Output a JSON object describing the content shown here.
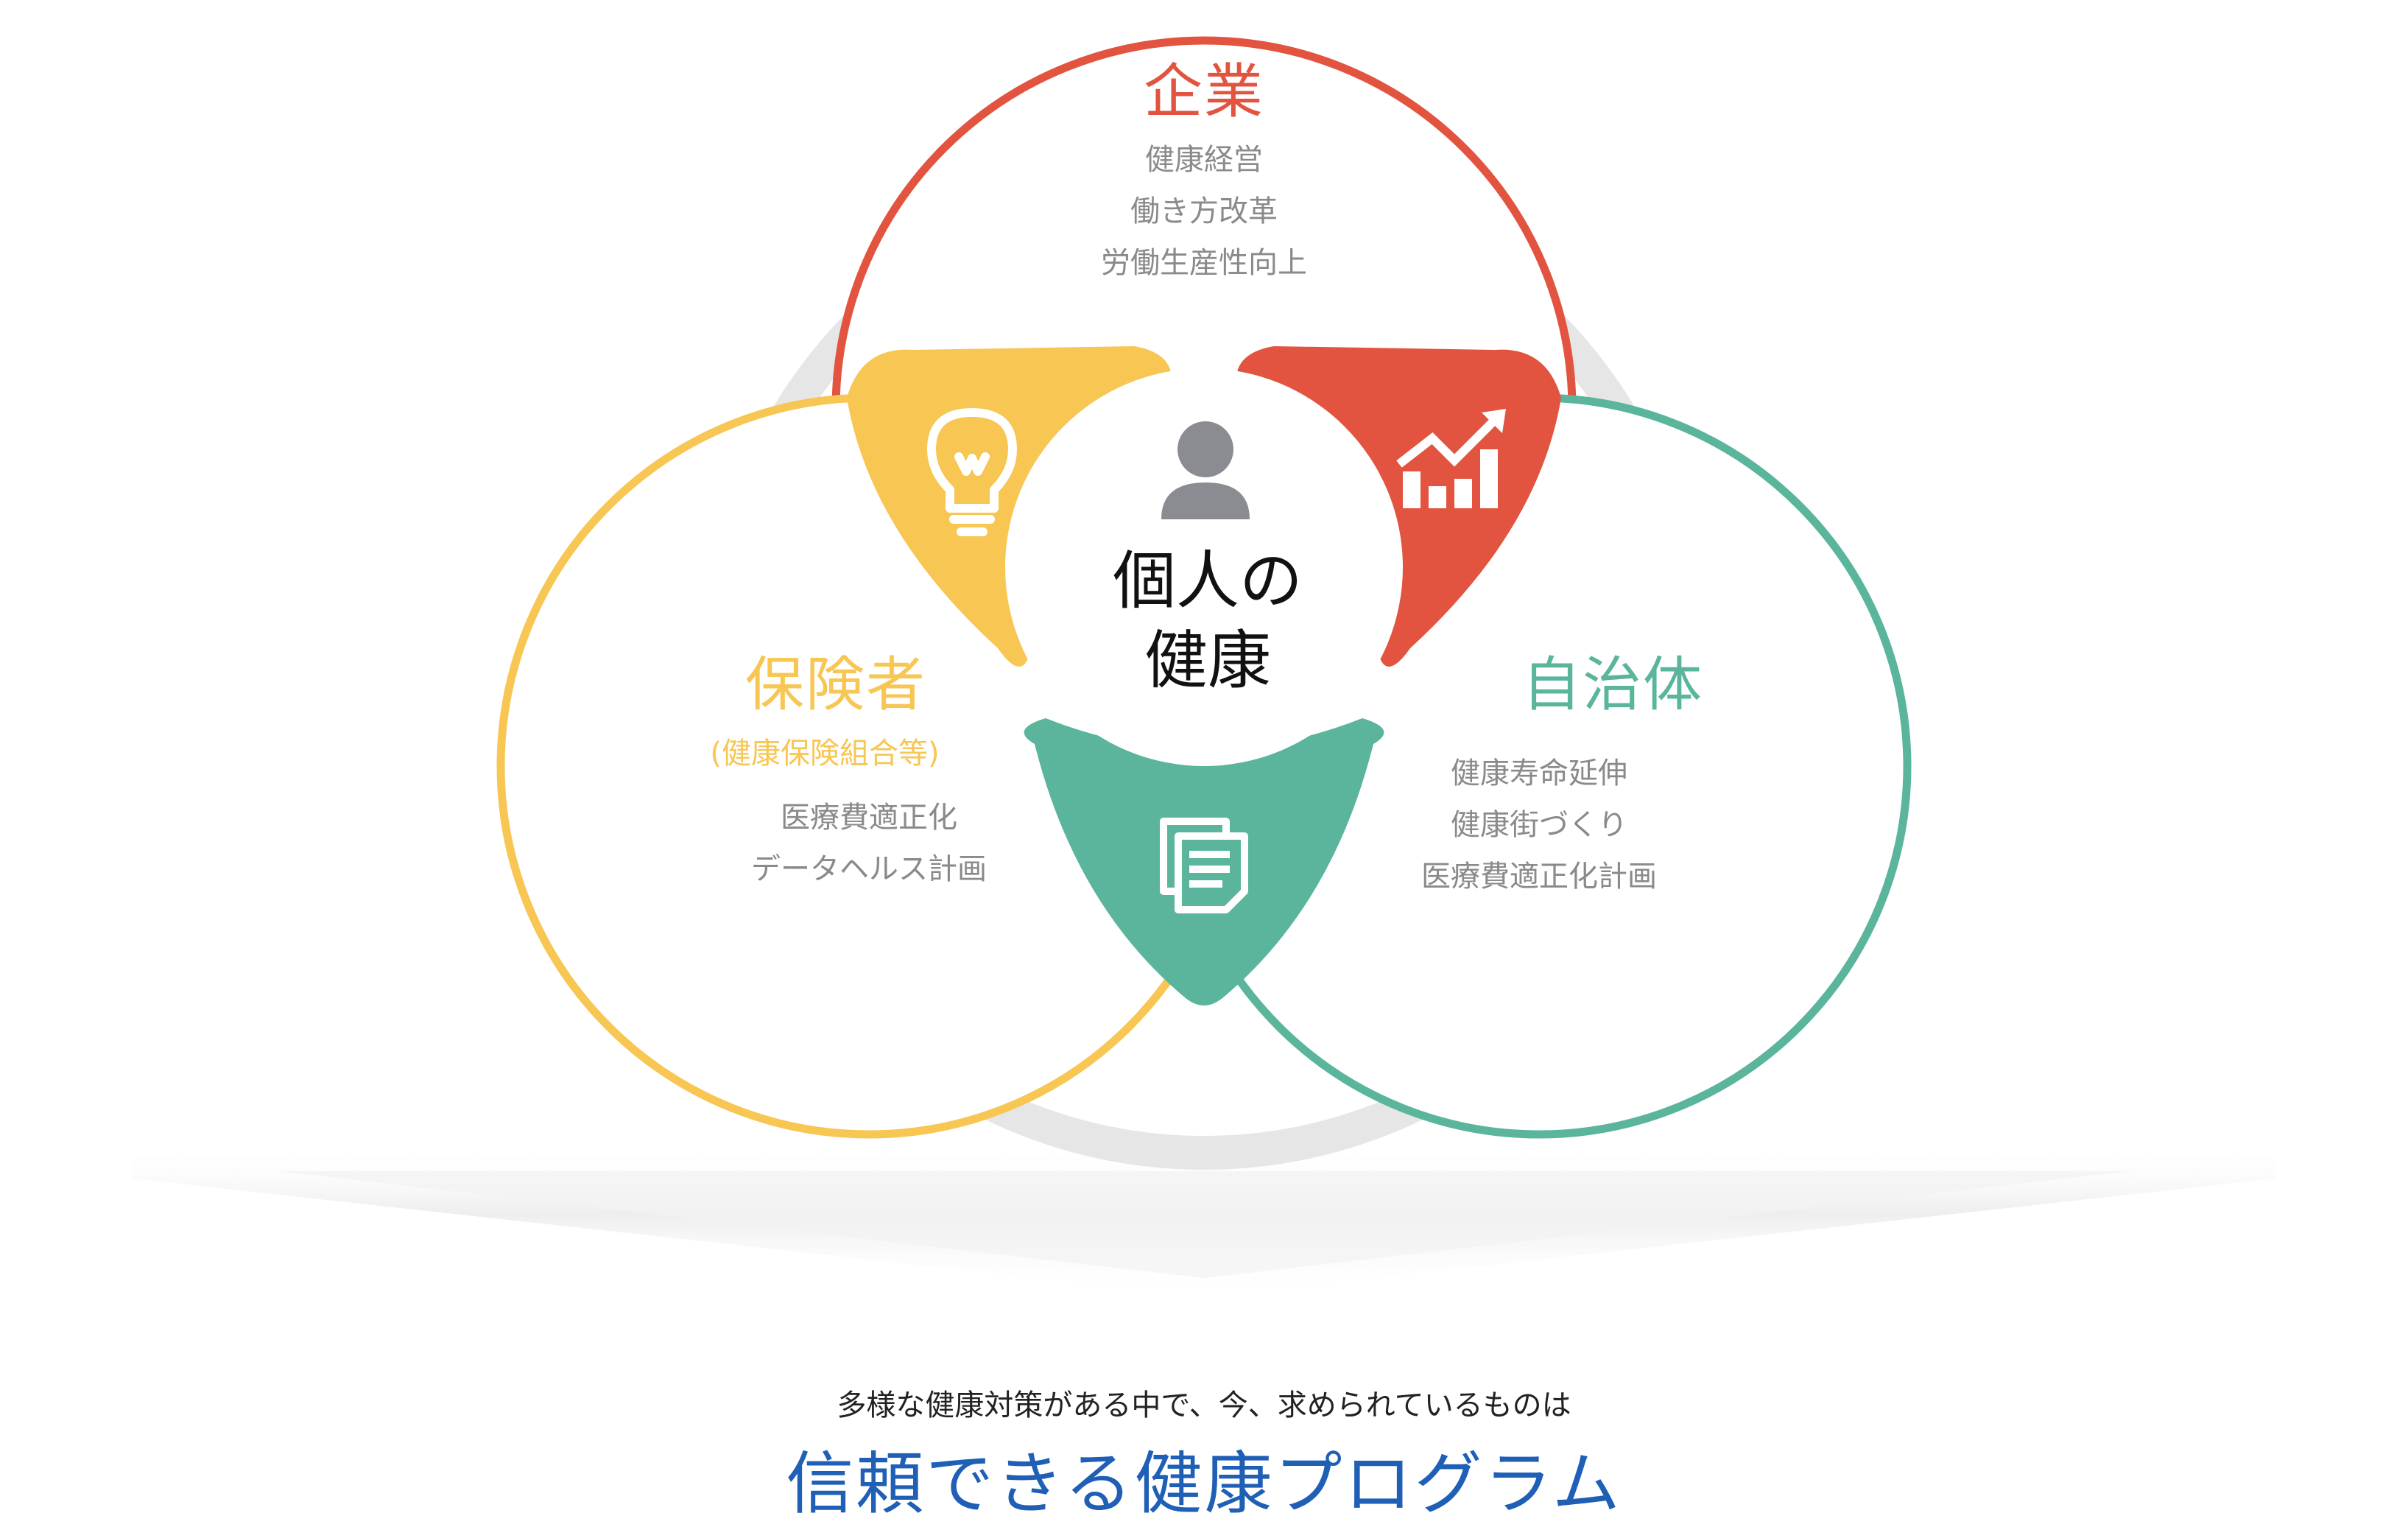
{
  "colors": {
    "red": "#e2543f",
    "yellow": "#f7c653",
    "teal": "#5ab59c",
    "gray_ring": "#e6e6e6",
    "blue": "#1f5fb6",
    "icon_gray": "#8a8c91"
  },
  "center": {
    "line1": "個人の",
    "line2": "健康",
    "icon": "person-icon"
  },
  "company": {
    "title": "企業",
    "items": [
      "健康経営",
      "働き方改革",
      "労働生産性向上"
    ],
    "icon": "chart-up-icon"
  },
  "insurer": {
    "title": "保険者",
    "subtitle": "(健康保険組合等)",
    "items": [
      "医療費適正化",
      "データヘルス計画"
    ],
    "icon": "lightbulb-icon"
  },
  "municipality": {
    "title": "自治体",
    "items": [
      "健康寿命延伸",
      "健康街づくり",
      "医療費適正化計画"
    ],
    "icon": "document-icon"
  },
  "bottom": {
    "subtitle": "多様な健康対策がある中で、今、求められているものは",
    "headline": "信頼できる健康プログラム"
  }
}
